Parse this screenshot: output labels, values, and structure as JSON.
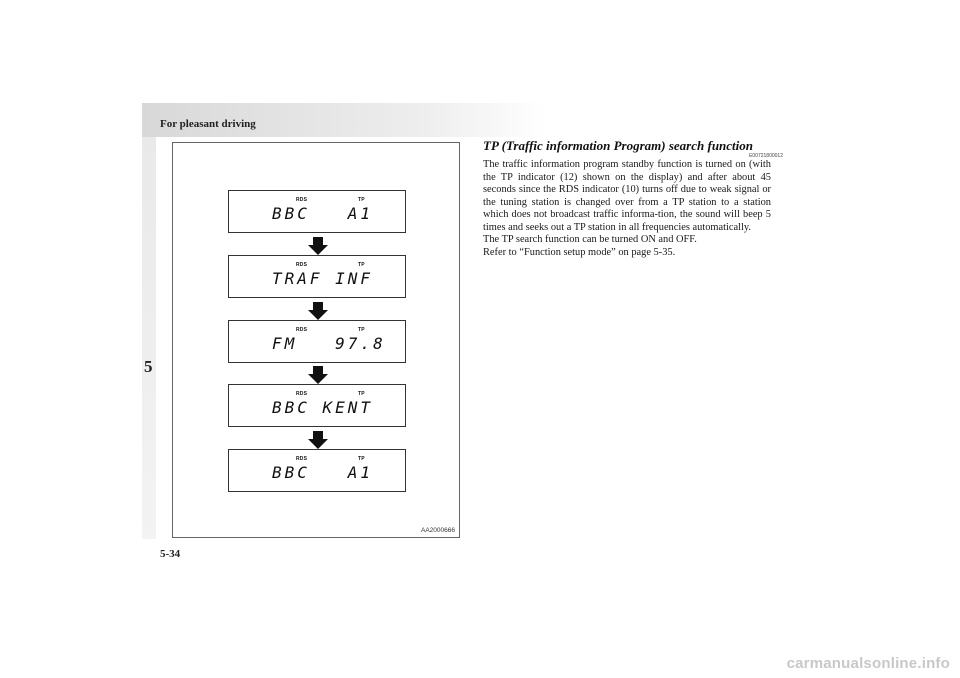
{
  "header": {
    "title": "For pleasant driving"
  },
  "chapter": {
    "number": "5"
  },
  "footer": {
    "page_number": "5-34",
    "watermark": "carmanualsonline.info"
  },
  "figure": {
    "code": "AA2000666",
    "displays": [
      {
        "rds": "RDS",
        "tp": "TP",
        "text": "BBC   A1"
      },
      {
        "rds": "RDS",
        "tp": "TP",
        "text": "TRAF INF"
      },
      {
        "rds": "RDS",
        "tp": "TP",
        "text": "FM   97.8"
      },
      {
        "rds": "RDS",
        "tp": "TP",
        "text": "BBC KENT"
      },
      {
        "rds": "RDS",
        "tp": "TP",
        "text": "BBC   A1"
      }
    ]
  },
  "section": {
    "heading": "TP (Traffic information Program) search function",
    "ref_code": "E00721800012",
    "paragraphs": [
      "The traffic information program standby function is turned on (with the TP indicator (12) shown on the display) and after about 45 seconds since the RDS indicator (10) turns off due to weak signal or the tuning station is changed over from a TP station to a station which does not broadcast traffic informa-tion, the sound will beep 5 times and seeks out a TP station in all frequencies automatically.",
      "The TP search function can be turned ON and OFF.",
      "Refer to “Function setup mode” on page 5-35."
    ]
  }
}
